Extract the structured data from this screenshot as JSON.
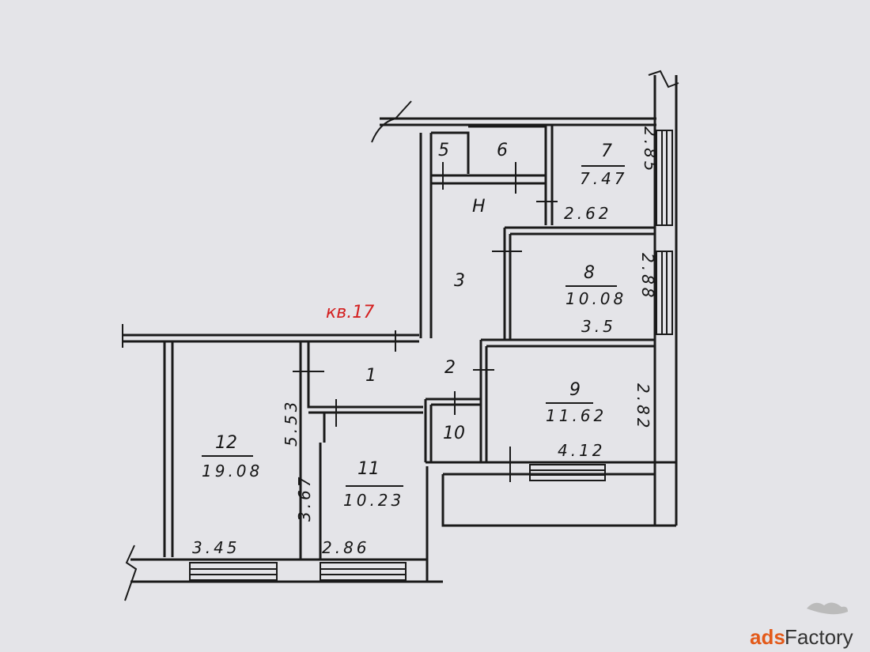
{
  "apartment_label": "кв.17",
  "rooms": [
    {
      "number": "1"
    },
    {
      "number": "2"
    },
    {
      "number": "3"
    },
    {
      "number": "Н"
    },
    {
      "number": "5"
    },
    {
      "number": "6"
    },
    {
      "number": "7",
      "area": "7.47",
      "width": "2.62",
      "length": "2.85"
    },
    {
      "number": "8",
      "area": "10.08",
      "width": "3.5",
      "length": "2.88"
    },
    {
      "number": "9",
      "area": "11.62",
      "width": "4.12",
      "length": "2.82"
    },
    {
      "number": "10"
    },
    {
      "number": "11",
      "area": "10.23",
      "width": "2.86",
      "length": "3.67"
    },
    {
      "number": "12",
      "area": "19.08",
      "width": "3.45",
      "length": "5.53"
    }
  ],
  "watermark": {
    "part1": "ads",
    "part2": "Factory"
  },
  "colors": {
    "paper": "#e4e4e8",
    "ink": "#1a1a1a",
    "apartment_label": "#d42020"
  }
}
